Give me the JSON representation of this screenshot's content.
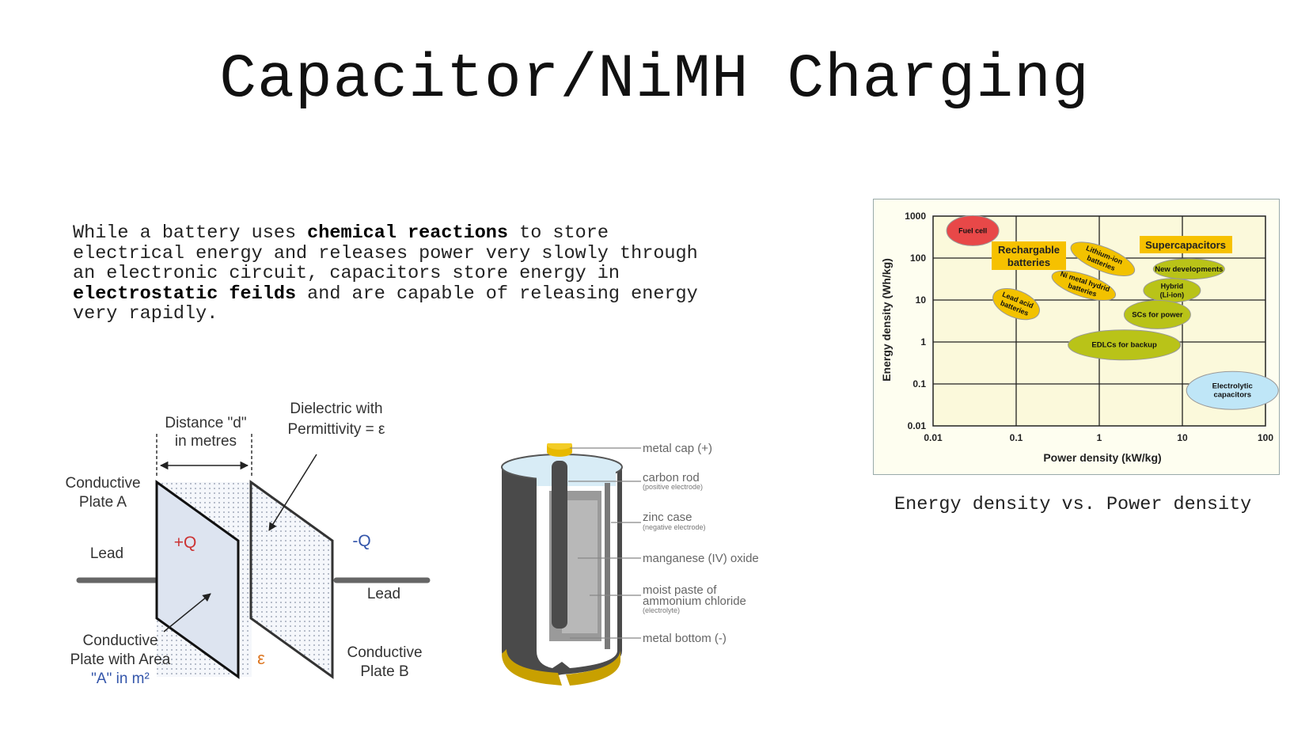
{
  "title": "Capacitor/NiMH Charging",
  "paragraph": {
    "p1": "While a battery uses ",
    "b1": "chemical reactions",
    "p2": " to store\nelectrical energy and releases power very slowly through\nan electronic circuit, capacitors store energy in\n",
    "b2": "electrostatic feilds",
    "p3": " and are capable of releasing energy\nvery rapidly."
  },
  "capacitor_diagram": {
    "distance_l1": "Distance \"d\"",
    "distance_l2": "in metres",
    "dielectric_l1": "Dielectric with",
    "dielectric_l2": "Permittivity = ε",
    "plate_a_l1": "Conductive",
    "plate_a_l2": "Plate A",
    "lead_left": "Lead",
    "plus_q": "+Q",
    "minus_q": "-Q",
    "lead_right": "Lead",
    "area_l1": "Conductive",
    "area_l2": "Plate with Area",
    "area_l3": "\"A\" in m²",
    "epsilon": "ε",
    "plate_b_l1": "Conductive",
    "plate_b_l2": "Plate B",
    "colors": {
      "plate": "#dfe6f2",
      "charge": "#cc3333",
      "minus": "#3355aa",
      "epsilon": "#dd7722"
    }
  },
  "battery_diagram": {
    "metal_cap": "metal cap (+)",
    "carbon_rod": "carbon rod",
    "carbon_rod_sub": "(positive electrode)",
    "zinc_case": "zinc case",
    "zinc_case_sub": "(negative electrode)",
    "manganese": "manganese (IV) oxide",
    "paste_l1": "moist paste of",
    "paste_l2": "ammonium chloride",
    "paste_sub": "(electrolyte)",
    "metal_bottom": "metal bottom (-)"
  },
  "chart_data": {
    "type": "scatter",
    "title": "",
    "xlabel": "Power density (kW/kg)",
    "ylabel": "Energy density (Wh/kg)",
    "x_scale": "log",
    "y_scale": "log",
    "xlim": [
      0.01,
      100
    ],
    "ylim": [
      0.01,
      1000
    ],
    "x_ticks": [
      "0.01",
      "0.1",
      "1",
      "10",
      "100"
    ],
    "y_ticks": [
      "0.01",
      "0.1",
      "1",
      "10",
      "100",
      "1000"
    ],
    "grid": true,
    "regions": [
      {
        "label": "Fuel cell",
        "x": 0.03,
        "y": 450,
        "color": "#e84848"
      },
      {
        "label": "Lithium-ion batteries",
        "x": 1.1,
        "y": 95,
        "color": "#f2c200"
      },
      {
        "label": "Ni metal hydrid batteries",
        "x": 0.65,
        "y": 22,
        "color": "#f2c200"
      },
      {
        "label": "Lead acid batteries",
        "x": 0.1,
        "y": 8,
        "color": "#f2c200"
      },
      {
        "label": "New developments",
        "x": 12,
        "y": 55,
        "color": "#b9c318"
      },
      {
        "label": "Hybrid (Li-ion)",
        "x": 7.5,
        "y": 17,
        "color": "#b9c318"
      },
      {
        "label": "SCs for power",
        "x": 5,
        "y": 4.5,
        "color": "#b9c318"
      },
      {
        "label": "EDLCs for backup",
        "x": 2,
        "y": 0.85,
        "color": "#b9c318"
      },
      {
        "label": "Electrolytic capacitors",
        "x": 40,
        "y": 0.07,
        "color": "#bfe6f7"
      }
    ],
    "annotations": [
      "Rechargable batteries",
      "Supercapacitors"
    ],
    "caption": "Energy density vs. Power density",
    "colors": {
      "plot_bg": "#fbf9db",
      "outer_bg": "#fefef0",
      "label_box": "#f6c100"
    }
  }
}
